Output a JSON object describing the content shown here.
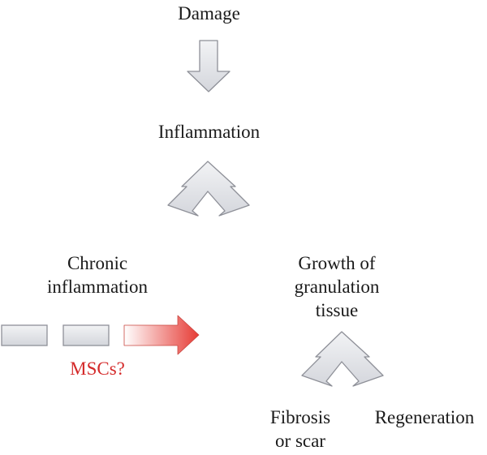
{
  "nodes": {
    "damage": "Damage",
    "inflammation": "Inflammation",
    "chronic_inflammation": [
      "Chronic",
      "inflammation"
    ],
    "granulation": [
      "Growth of",
      "granulation",
      "tissue"
    ],
    "fibrosis": [
      "Fibrosis",
      "or scar"
    ],
    "regeneration": "Regeneration",
    "mscs": "MSCs?"
  },
  "colors": {
    "arrow_fill": "#e3e4e8",
    "arrow_stroke": "#8e9098",
    "msc_text": "#d42a2a",
    "msc_arrow": "#e63b35"
  }
}
